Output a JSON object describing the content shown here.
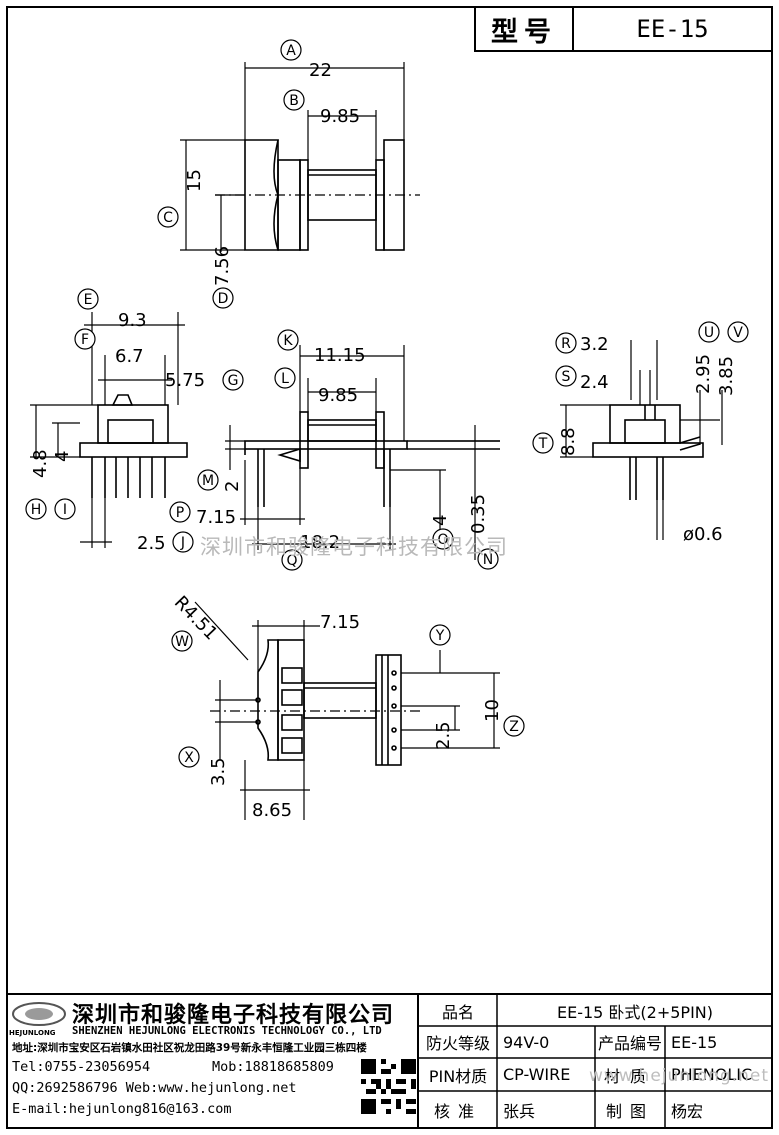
{
  "header": {
    "model_label": "型号",
    "model_value": "EE-15"
  },
  "watermarks": {
    "center": "深圳市和骏隆电子科技有限公司",
    "table": "www.hejunlong.net"
  },
  "dimensions": {
    "A": "22",
    "B": "9.85",
    "C": "15",
    "D": "7.56",
    "E": "9.3",
    "F": "6.7",
    "G": "5.75",
    "H": "4.8",
    "I": "4",
    "J": "2.5",
    "K": "11.15",
    "L": "9.85",
    "M": "2",
    "N": "0.35",
    "O": "4",
    "P": "7.15",
    "Q": "18.2",
    "R": "3.2",
    "S": "2.4",
    "T": "8.8",
    "U": "2.95",
    "V": "3.85",
    "pin_dia": "ø0.6",
    "W": "R4.51",
    "W_len": "7.15",
    "X": "3.5",
    "X_w": "8.65",
    "Y": "10",
    "Z": "2.5"
  },
  "markers": [
    "A",
    "B",
    "C",
    "D",
    "E",
    "F",
    "G",
    "H",
    "I",
    "J",
    "K",
    "L",
    "M",
    "N",
    "O",
    "P",
    "Q",
    "R",
    "S",
    "T",
    "U",
    "V",
    "W",
    "X",
    "Y",
    "Z"
  ],
  "company": {
    "logo_text": "HEJUNLONG",
    "name_cn": "深圳市和骏隆电子科技有限公司",
    "name_en": "SHENZHEN HEJUNLONG ELECTRONIS TECHNOLOGY CO., LTD",
    "address": "地址:深圳市宝安区石岩镇水田社区祝龙田路39号新永丰恒隆工业园三栋四楼",
    "tel": "Tel:0755-23056954",
    "mob": "Mob:18818685809",
    "qq_web": "QQ:2692586796 Web:www.hejunlong.net",
    "email": "E-mail:hejunlong816@163.com"
  },
  "spec": {
    "name_label": "品名",
    "name_value": "EE-15 卧式(2+5PIN)",
    "fire_label": "防火等级",
    "fire_value": "94V-0",
    "code_label": "产品编号",
    "code_value": "EE-15",
    "pin_label": "PIN材质",
    "pin_value": "CP-WIRE",
    "mat_label": "材质",
    "mat_value": "PHENOLIC",
    "check_label": "核准",
    "check_value": "张兵",
    "draw_label": "制图",
    "draw_value": "杨宏"
  },
  "colors": {
    "line": "#000000",
    "watermark": "#b9b9b9"
  }
}
